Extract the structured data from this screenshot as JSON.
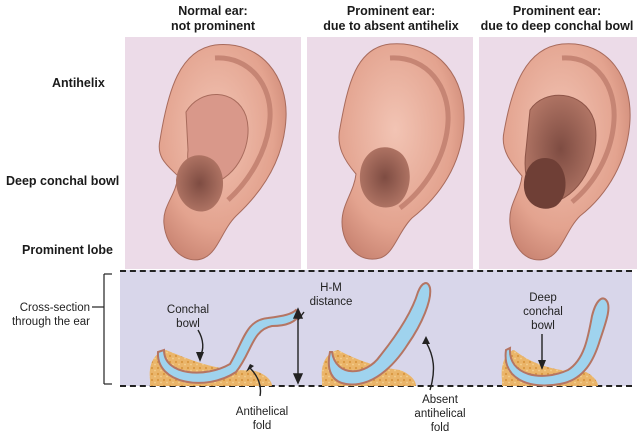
{
  "columns": [
    {
      "title_line1": "Normal ear:",
      "title_line2": "not prominent"
    },
    {
      "title_line1": "Prominent ear:",
      "title_line2": "due to absent antihelix"
    },
    {
      "title_line1": "Prominent ear:",
      "title_line2": "due to deep conchal bowl"
    }
  ],
  "row_labels": {
    "antihelix": "Antihelix",
    "deep_conchal_bowl": "Deep conchal bowl",
    "prominent_lobe": "Prominent lobe"
  },
  "cross_section": {
    "label_line1": "Cross-section",
    "label_line2": "through the ear"
  },
  "annotations": {
    "conchal_bowl_1": "Conchal",
    "conchal_bowl_2": "bowl",
    "hm_1": "H-M",
    "hm_2": "distance",
    "deep_bowl_1": "Deep",
    "deep_bowl_2": "conchal",
    "deep_bowl_3": "bowl",
    "antihelical_fold_1": "Antihelical",
    "antihelical_fold_2": "fold",
    "absent_1": "Absent",
    "absent_2": "antihelical",
    "absent_3": "fold"
  },
  "colors": {
    "skin": "#e7ab98",
    "skin_dark": "#b87a6b",
    "cartilage": "#9fd3ee",
    "fat": "#e9b468",
    "panel": "#ecdbe8",
    "section": "#d8d6ea"
  }
}
